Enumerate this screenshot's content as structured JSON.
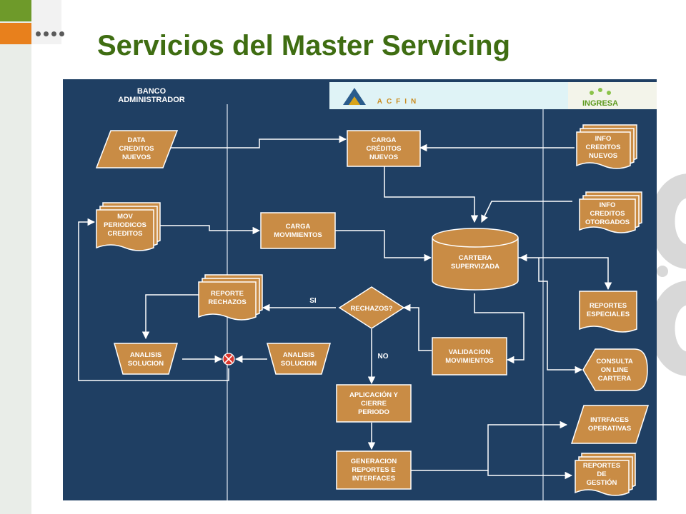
{
  "title": "Servicios del Master Servicing",
  "lane_header": "BANCO\nADMINISTRADOR",
  "logos": {
    "acfin": "ACFIN",
    "ingresa": "INGRESA"
  },
  "nodes": {
    "data_creditos_nuevos": "DATA\nCREDITOS\nNUEVOS",
    "mov_periodicos": "MOV\nPERIODICOS\nCREDITOS",
    "reporte_rechazos": "REPORTE\nRECHAZOS",
    "analisis_solucion_left": "ANALISIS\nSOLUCION",
    "analisis_solucion_right": "ANALISIS\nSOLUCION",
    "carga_creditos_nuevos": "CARGA\nCRÉDITOS\nNUEVOS",
    "carga_movimientos": "CARGA\nMOVIMIENTOS",
    "cartera_supervizada": "CARTERA\nSUPERVIZADA",
    "rechazos": "RECHAZOS?",
    "validacion_movimientos": "VALIDACION\nMOVIMIENTOS",
    "aplicacion_cierre": "APLICACIÓN Y\nCIERRE\nPERIODO",
    "generacion_reportes": "GENERACION\nREPORTES E\nINTERFACES",
    "info_creditos_nuevos": "INFO\nCREDITOS\nNUEVOS",
    "info_creditos_otorgados": "INFO\nCREDITOS\nOTORGADOS",
    "reportes_especiales": "REPORTES\nESPECIALES",
    "consulta_online": "CONSULTA\nON LINE\nCARTERA",
    "interfaces_operativas": "INTRFACES\nOPERATIVAS",
    "reportes_gestion": "REPORTES\nDE\nGESTIÓN"
  },
  "edge_labels": {
    "si": "SI",
    "no": "NO"
  },
  "colors": {
    "background": "#1f3f63",
    "node_fill": "#c98c45",
    "node_stroke": "#ffffff",
    "line": "#ffffff",
    "title": "#3f6d12",
    "merge_fill": "#d9342b"
  }
}
